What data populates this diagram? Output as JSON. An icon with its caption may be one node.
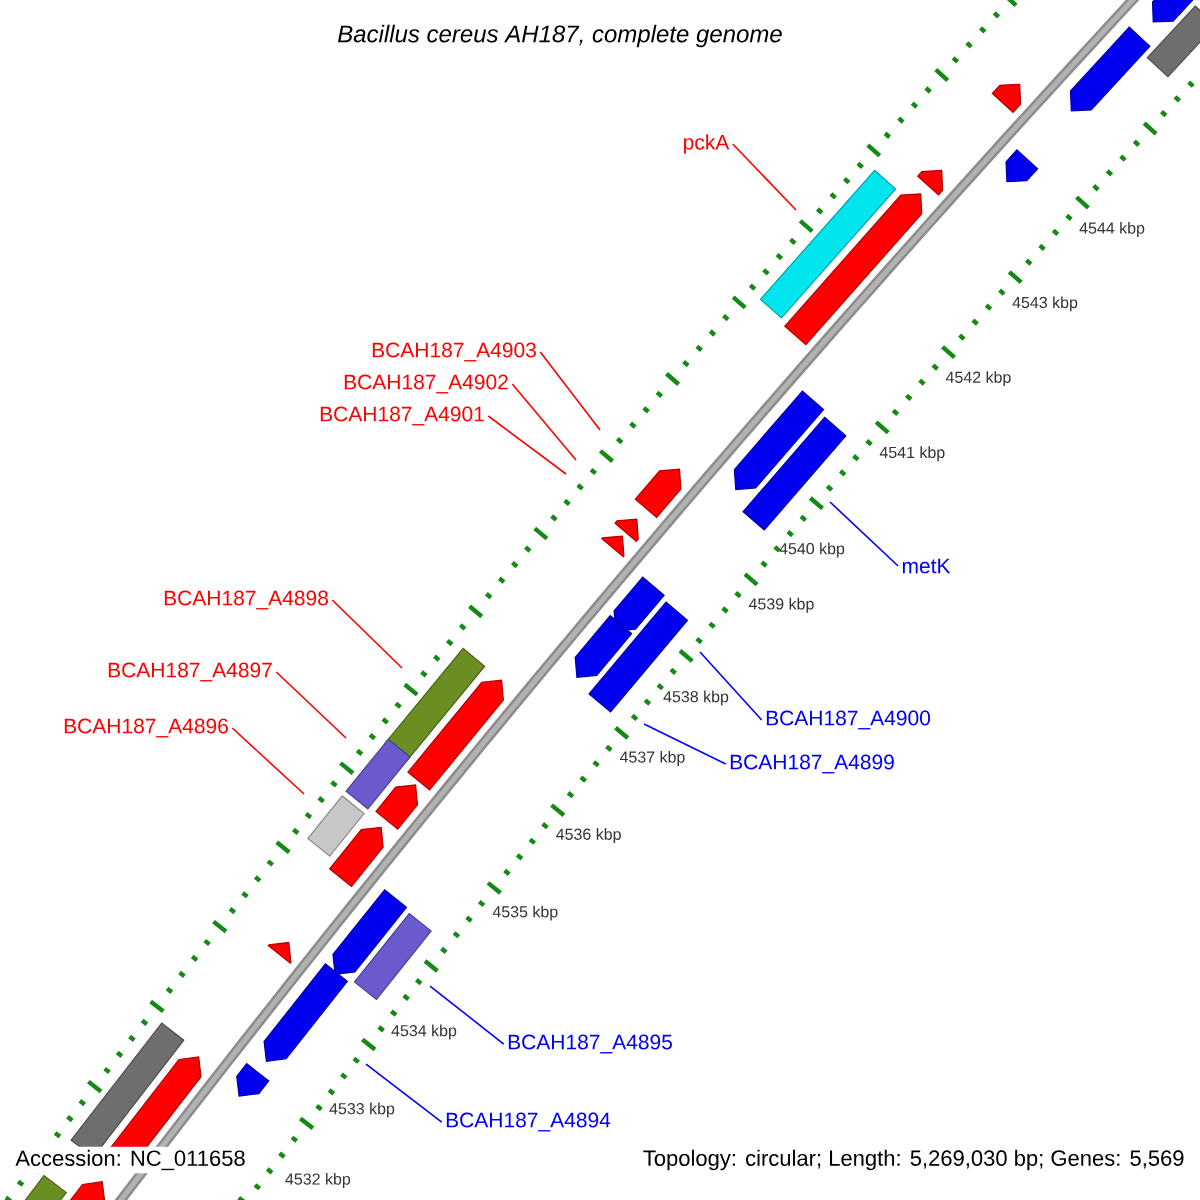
{
  "diagram": {
    "title": "Bacillus cereus AH187, complete genome",
    "nodes": [
      {
        "text": [
          "pckA"
        ]
      },
      {
        "text": [
          "BCAH187_A4903"
        ]
      },
      {
        "text": [
          "BCAH187_A4902"
        ]
      },
      {
        "text": [
          "BCAH187_A4901"
        ]
      },
      {
        "text": [
          "metK"
        ]
      },
      {
        "text": [
          "BCAH187_A4898"
        ]
      },
      {
        "text": [
          "BCAH187_A4897"
        ]
      },
      {
        "text": [
          "BCAH187_A4900"
        ]
      },
      {
        "text": [
          "BCAH187_A4896"
        ]
      },
      {
        "text": [
          "BCAH187_A4899"
        ]
      },
      {
        "text": [
          "BCAH187_A4895"
        ]
      },
      {
        "text": [
          "BCAH187_A4894"
        ]
      }
    ],
    "edges": [
      {
        "from": 0,
        "to": null,
        "arrow": "none",
        "color": "#ff0000"
      },
      {
        "from": 1,
        "to": null,
        "arrow": "none",
        "color": "#ff0000"
      },
      {
        "from": 2,
        "to": null,
        "arrow": "none",
        "color": "#ff0000"
      },
      {
        "from": 3,
        "to": null,
        "arrow": "none",
        "color": "#ff0000"
      },
      {
        "from": 4,
        "to": null,
        "arrow": "none",
        "color": "#0000ff"
      },
      {
        "from": 5,
        "to": null,
        "arrow": "none",
        "color": "#ff0000"
      },
      {
        "from": 6,
        "to": null,
        "arrow": "none",
        "color": "#ff0000"
      },
      {
        "from": 7,
        "to": null,
        "arrow": "none",
        "color": "#0000ff"
      },
      {
        "from": 8,
        "to": null,
        "arrow": "none",
        "color": "#ff0000"
      },
      {
        "from": 9,
        "to": null,
        "arrow": "none",
        "color": "#0000ff"
      },
      {
        "from": 10,
        "to": null,
        "arrow": "none",
        "color": "#0000ff"
      },
      {
        "from": 11,
        "to": null,
        "arrow": "none",
        "color": "#0000ff"
      }
    ],
    "labels": [
      "4544 kbp",
      "4543 kbp",
      "4542 kbp",
      "4541 kbp",
      "4540 kbp",
      "4539 kbp",
      "4538 kbp",
      "4537 kbp",
      "4536 kbp",
      "4535 kbp",
      "4534 kbp",
      "4533 kbp",
      "4532 kbp",
      "Accession: NC_011658",
      "Topology: circular; Length: 5,269,030 bp; Genes: 5,569"
    ]
  }
}
